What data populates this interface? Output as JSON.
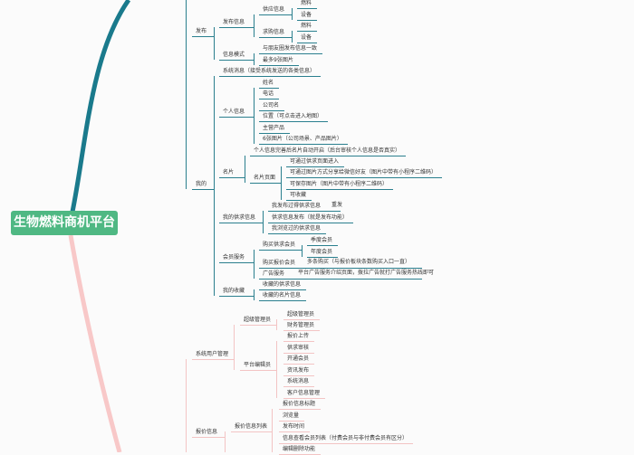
{
  "root": "生物燃料商机平台",
  "colors": {
    "branch_top": "#1a7a8c",
    "branch_bottom": "#f8c8c8",
    "root_bg": "#4fb883"
  },
  "fabu": {
    "label": "发布",
    "info": {
      "label": "发布信息",
      "supply": {
        "label": "供应信息",
        "items": [
          "燃料",
          "设备"
        ]
      },
      "demand": {
        "label": "求购信息",
        "items": [
          "燃料",
          "设备"
        ]
      }
    },
    "mode": {
      "label": "信息模式",
      "items": [
        "与朋友圈发布信息一致",
        "最多9张图片"
      ]
    }
  },
  "wode": {
    "label": "我的",
    "system_msg": "系统消息（接受系统发送的各类信息）",
    "personal": {
      "label": "个人信息",
      "items": [
        "姓名",
        "电话",
        "公司名",
        "位置（可点击进入地图）",
        "主营产品",
        "6张图片（公司场景、产品图片）"
      ]
    },
    "card": {
      "label": "名片",
      "auto": "个人信息完善后名片自动开启（后台审核个人信息是否真实）",
      "page": {
        "label": "名片页面",
        "items": [
          "可通过供求页面进入",
          "可通过图片方式分享给微信好友（图片中带有小程序二维码）",
          "可保存图片（图片中带有小程序二维码）",
          "可收藏"
        ]
      }
    },
    "my_supply": {
      "label": "我的供求信息",
      "items": [
        "我发布过得供求信息",
        "供求信息发布（就是发布功能）",
        "我浏览过的供求信息"
      ],
      "resend": "重发"
    },
    "member": {
      "label": "会员服务",
      "buy_supply": {
        "label": "购买供求会员",
        "items": [
          "季度会员",
          "年度会员"
        ]
      },
      "buy_quote": {
        "label": "购买报价会员",
        "detail": "多条购买（与报价板块条数购买入口一直）"
      },
      "ad": {
        "label": "广告服务",
        "detail": "平台广告服务介绍页面，拨拉广告就打广告服务热线即可"
      }
    },
    "favorites": {
      "label": "我的收藏",
      "items": [
        "收藏的供求信息",
        "收藏的名片信息"
      ]
    }
  },
  "sys_user": {
    "label": "系统用户管理",
    "super": {
      "label": "超级管理员",
      "items": [
        "超级管理员",
        "财务管理员"
      ]
    },
    "editor": {
      "label": "平台编辑员",
      "items": [
        "报价上传",
        "供求审核",
        "开通会员",
        "资讯发布",
        "系统消息",
        "客户信息管理"
      ]
    }
  },
  "quote": {
    "label": "报价信息",
    "list": {
      "label": "报价信息列表",
      "items": [
        "报价信息标题",
        "浏览量",
        "发布时间",
        "信息查看会员列表（付费会员与非付费会员有区分）",
        "编辑删除功能"
      ]
    }
  }
}
